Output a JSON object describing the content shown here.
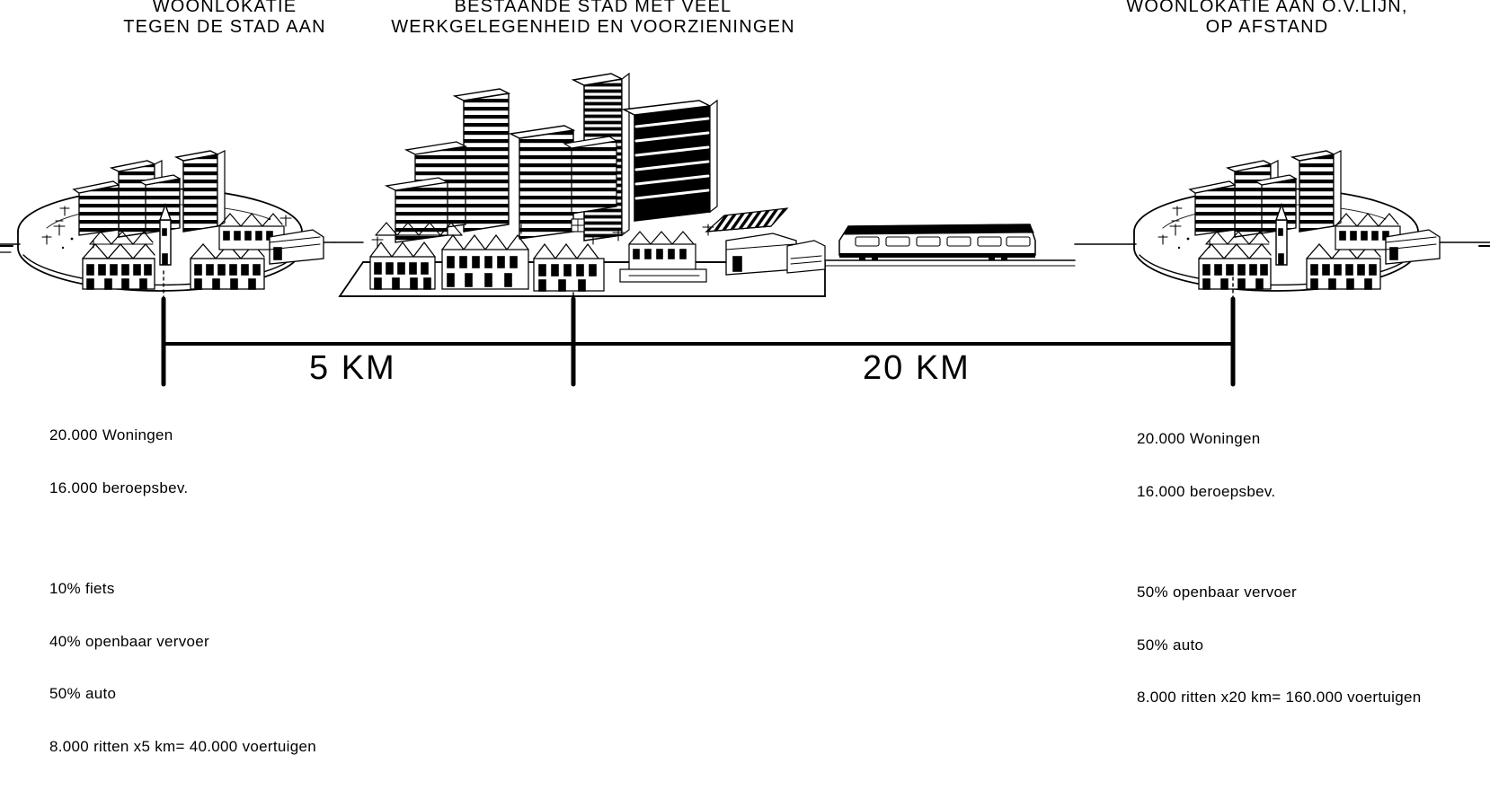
{
  "diagram": {
    "kind": "transport-planning-schematic",
    "language": "nl",
    "background_color": "#ffffff",
    "ink_color": "#000000"
  },
  "titles": {
    "left": "WOONLOKATIE\nTEGEN DE STAD AAN",
    "middle": "BESTAANDE STAD MET VEEL\nWERKGELEGENHEID EN VOORZIENINGEN",
    "right": "WOONLOKATIE AAN O.V.LIJN,\nOP AFSTAND"
  },
  "distances": {
    "left_segment": "5 KM",
    "right_segment": "20 KM"
  },
  "stats_left": {
    "dwellings": "20.000 Woningen",
    "workforce": "16.000 beroepsbev.",
    "modal_split": [
      "10% fiets",
      "40% openbaar vervoer",
      "50% auto"
    ],
    "trips": "8.000 ritten x5 km= 40.000 voertuigen"
  },
  "stats_right": {
    "dwellings": "20.000 Woningen",
    "workforce": "16.000 beroepsbev.",
    "modal_split": [
      "50% openbaar vervoer",
      "50% auto"
    ],
    "trips": "8.000 ritten x20 km= 160.000 voertuigen"
  },
  "illustrations": {
    "left_island": "residential-town-on-oval-disc",
    "center_city": "dense-city-on-rectangular-slab",
    "train": "passenger-train-on-rail-line",
    "right_island": "residential-town-on-oval-disc",
    "measure_bar": "horizontal-dimension-line-with-three-ticks"
  }
}
